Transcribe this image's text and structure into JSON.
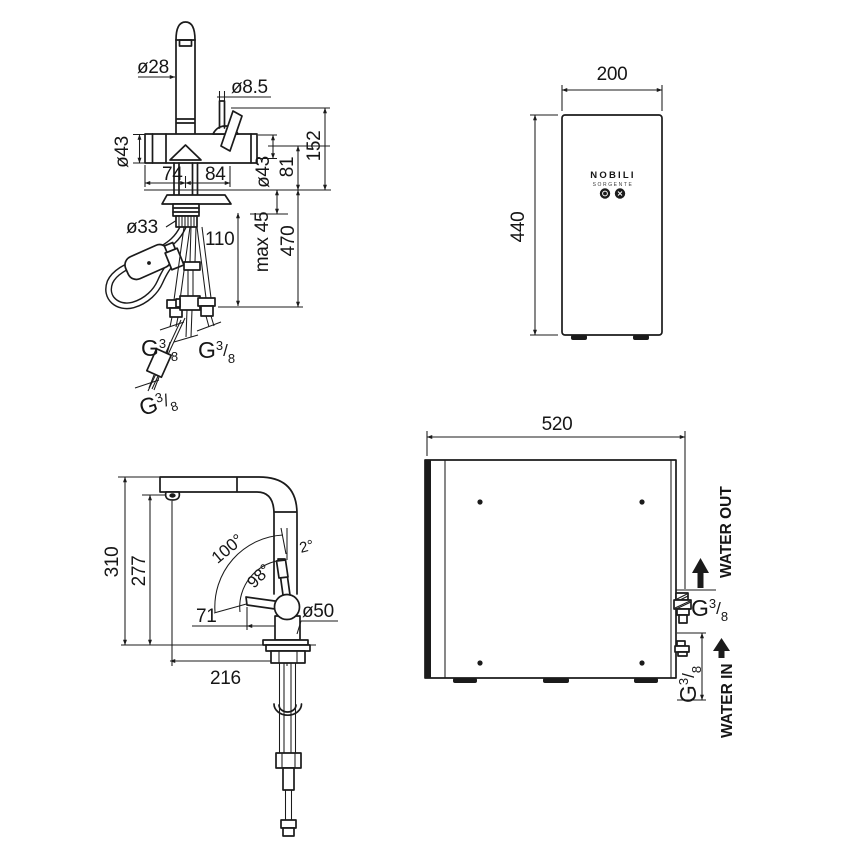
{
  "background": "#ffffff",
  "line_color": "#1b1b1b",
  "fitting_label": {
    "base": "G",
    "sup": "3",
    "slash": "/",
    "den": "8"
  },
  "faucet_front": {
    "d28": "ø28",
    "d8_5": "ø8.5",
    "d43_left": "ø43",
    "n74": "74",
    "n84": "84",
    "n152": "152",
    "n81": "81",
    "d43_right": "ø43",
    "d33": "ø33",
    "n110": "110",
    "max45": "max 45",
    "n470": "470"
  },
  "filter_front": {
    "width": "200",
    "height": "440",
    "brand_line1": "NOBILI",
    "brand_line2": "SORGENTE"
  },
  "faucet_side": {
    "n310": "310",
    "n277": "277",
    "a100": "100°",
    "a98": "98°",
    "a2": "2°",
    "n71": "71",
    "d50": "ø50",
    "n216": "216"
  },
  "filter_top": {
    "width": "520",
    "water_out": "WATER OUT",
    "water_in": "WATER IN"
  }
}
